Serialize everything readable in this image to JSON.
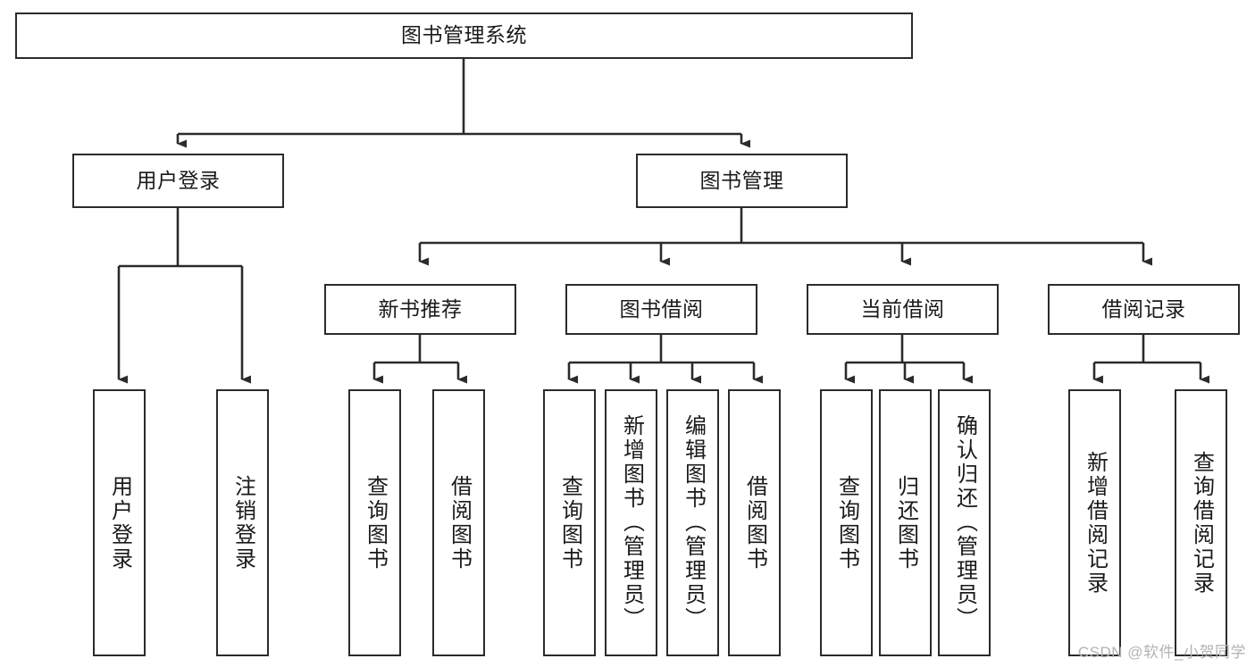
{
  "diagram": {
    "title": "图书管理系统",
    "type": "tree",
    "watermark": "CSDN @软件_小贺同学",
    "nodes": {
      "root": {
        "label": "图书管理系统"
      },
      "level2": [
        {
          "id": "user-login",
          "label": "用户登录"
        },
        {
          "id": "book-manage",
          "label": "图书管理"
        }
      ],
      "level3": [
        {
          "id": "new-book-recommend",
          "label": "新书推荐"
        },
        {
          "id": "book-borrow",
          "label": "图书借阅"
        },
        {
          "id": "current-borrow",
          "label": "当前借阅"
        },
        {
          "id": "borrow-record",
          "label": "借阅记录"
        }
      ],
      "leaves": {
        "user_login": [
          {
            "id": "leaf-user-login",
            "label": "用户登录"
          },
          {
            "id": "leaf-logout-login",
            "label": "注销登录"
          }
        ],
        "new_book_recommend": [
          {
            "id": "leaf-query-book-1",
            "label": "查询图书"
          },
          {
            "id": "leaf-borrow-book-1",
            "label": "借阅图书"
          }
        ],
        "book_borrow": [
          {
            "id": "leaf-query-book-2",
            "label": "查询图书"
          },
          {
            "id": "leaf-add-book",
            "label": "新增图书（管理员）"
          },
          {
            "id": "leaf-edit-book",
            "label": "编辑图书（管理员）"
          },
          {
            "id": "leaf-borrow-book-2",
            "label": "借阅图书"
          }
        ],
        "current_borrow": [
          {
            "id": "leaf-query-book-3",
            "label": "查询图书"
          },
          {
            "id": "leaf-return-book",
            "label": "归还图书"
          },
          {
            "id": "leaf-confirm-return",
            "label": "确认归还（管理员）"
          }
        ],
        "borrow_record": [
          {
            "id": "leaf-add-record",
            "label": "新增借阅记录"
          },
          {
            "id": "leaf-query-record",
            "label": "查询借阅记录"
          }
        ]
      }
    },
    "colors": {
      "stroke": "#2b2b2b",
      "fill": "#ffffff",
      "text": "#1a1a1a",
      "watermark": "#b3b3b3"
    }
  }
}
